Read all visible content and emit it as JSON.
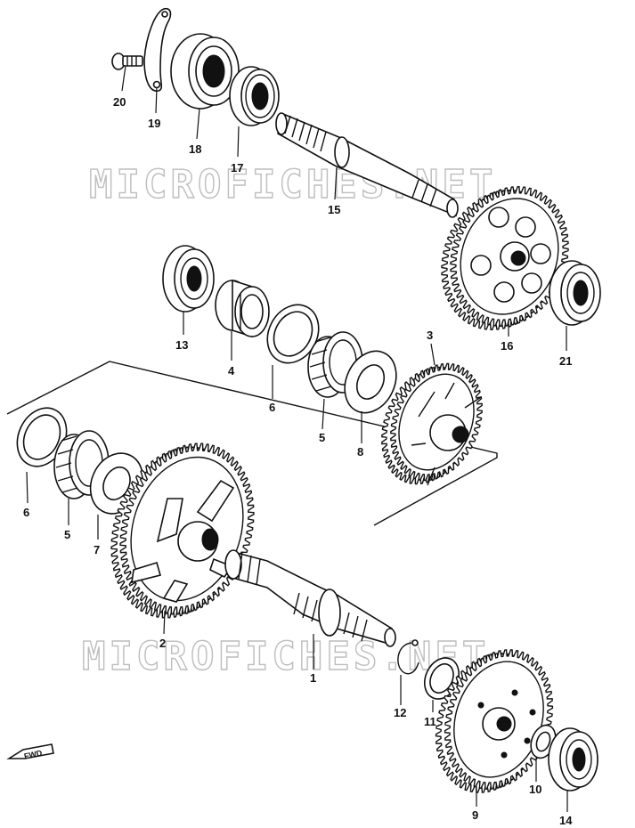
{
  "watermark": "MICROFICHES.NET",
  "fwd_label": "FWD",
  "parts": [
    {
      "id": "p1",
      "label": "1",
      "icon": "transmission-shaft-icon"
    },
    {
      "id": "p2",
      "label": "2",
      "icon": "large-gear-icon"
    },
    {
      "id": "p3",
      "label": "3",
      "icon": "gear-icon"
    },
    {
      "id": "p4",
      "label": "4",
      "icon": "bushing-icon"
    },
    {
      "id": "p5a",
      "label": "5",
      "icon": "needle-bearing-icon"
    },
    {
      "id": "p5b",
      "label": "5",
      "icon": "needle-bearing-icon"
    },
    {
      "id": "p6a",
      "label": "6",
      "icon": "washer-icon"
    },
    {
      "id": "p6b",
      "label": "6",
      "icon": "washer-icon"
    },
    {
      "id": "p7",
      "label": "7",
      "icon": "washer-icon"
    },
    {
      "id": "p8",
      "label": "8",
      "icon": "washer-icon"
    },
    {
      "id": "p9",
      "label": "9",
      "icon": "gear-icon"
    },
    {
      "id": "p10",
      "label": "10",
      "icon": "washer-icon"
    },
    {
      "id": "p11",
      "label": "11",
      "icon": "circlip-icon"
    },
    {
      "id": "p12",
      "label": "12",
      "icon": "circlip-icon"
    },
    {
      "id": "p13",
      "label": "13",
      "icon": "ball-bearing-icon"
    },
    {
      "id": "p14",
      "label": "14",
      "icon": "ball-bearing-icon"
    },
    {
      "id": "p15",
      "label": "15",
      "icon": "shaft-icon"
    },
    {
      "id": "p16",
      "label": "16",
      "icon": "large-gear-icon"
    },
    {
      "id": "p17",
      "label": "17",
      "icon": "oil-seal-icon"
    },
    {
      "id": "p18",
      "label": "18",
      "icon": "ball-bearing-icon"
    },
    {
      "id": "p19",
      "label": "19",
      "icon": "retainer-plate-icon"
    },
    {
      "id": "p20",
      "label": "20",
      "icon": "screw-icon"
    },
    {
      "id": "p21",
      "label": "21",
      "icon": "ball-bearing-icon"
    }
  ]
}
